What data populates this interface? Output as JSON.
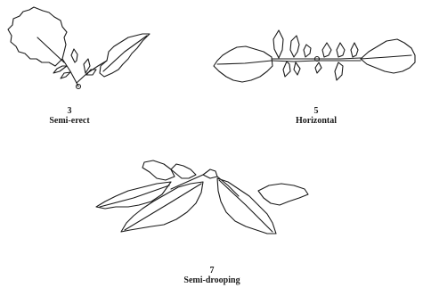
{
  "figures": [
    {
      "id": "semi-erect",
      "number": "3",
      "label": "Semi-erect"
    },
    {
      "id": "horizontal",
      "number": "5",
      "label": "Horizontal"
    },
    {
      "id": "semi-drooping",
      "number": "7",
      "label": "Semi-drooping"
    }
  ],
  "colors": {
    "ink": "#1a1a1a",
    "paper": "#ffffff"
  }
}
